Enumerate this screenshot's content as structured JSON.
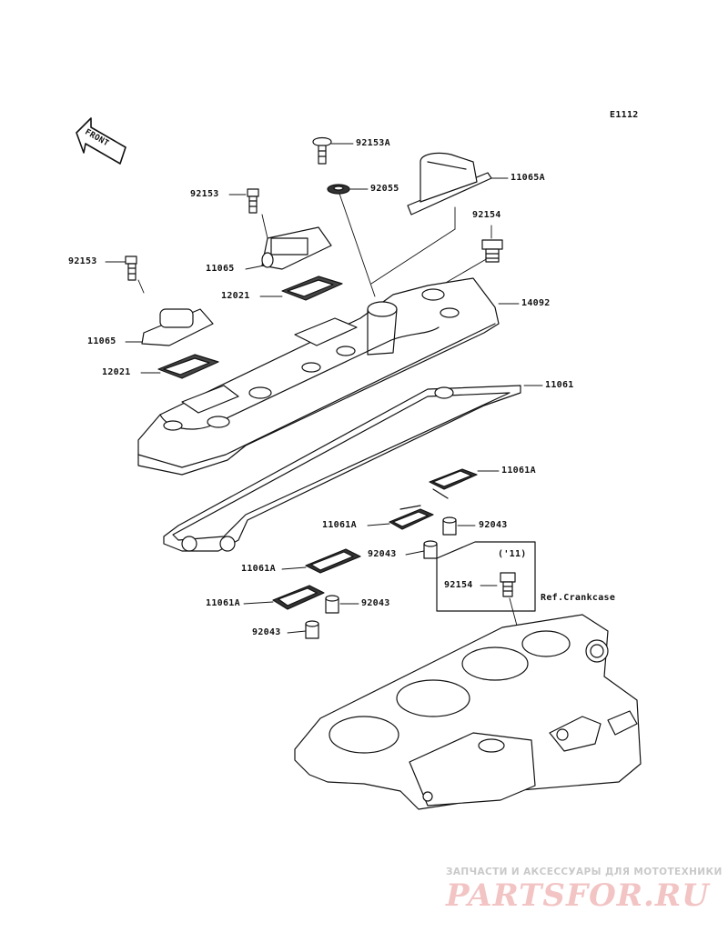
{
  "diagram": {
    "id_code": "E1112",
    "front_marker": "FRONT",
    "year_note": "('11)",
    "reference_note": "Ref.Crankcase"
  },
  "parts": {
    "p92153A": "92153A",
    "p11065A": "11065A",
    "p92055": "92055",
    "p92153_a": "92153",
    "p92154_a": "92154",
    "p92153_b": "92153",
    "p11065_a": "11065",
    "p12021_a": "12021",
    "p14092": "14092",
    "p11065_b": "11065",
    "p12021_b": "12021",
    "p11061": "11061",
    "p11061A_a": "11061A",
    "p11061A_b": "11061A",
    "p92043_a": "92043",
    "p92043_b": "92043",
    "p11061A_c": "11061A",
    "p92154_b": "92154",
    "p11061A_d": "11061A",
    "p92043_c": "92043",
    "p92043_d": "92043"
  },
  "watermark": {
    "subtitle": "ЗАПЧАСТИ И АКСЕССУАРЫ ДЛЯ МОТОТЕХНИКИ",
    "brand": "PARTSFOR.RU"
  }
}
